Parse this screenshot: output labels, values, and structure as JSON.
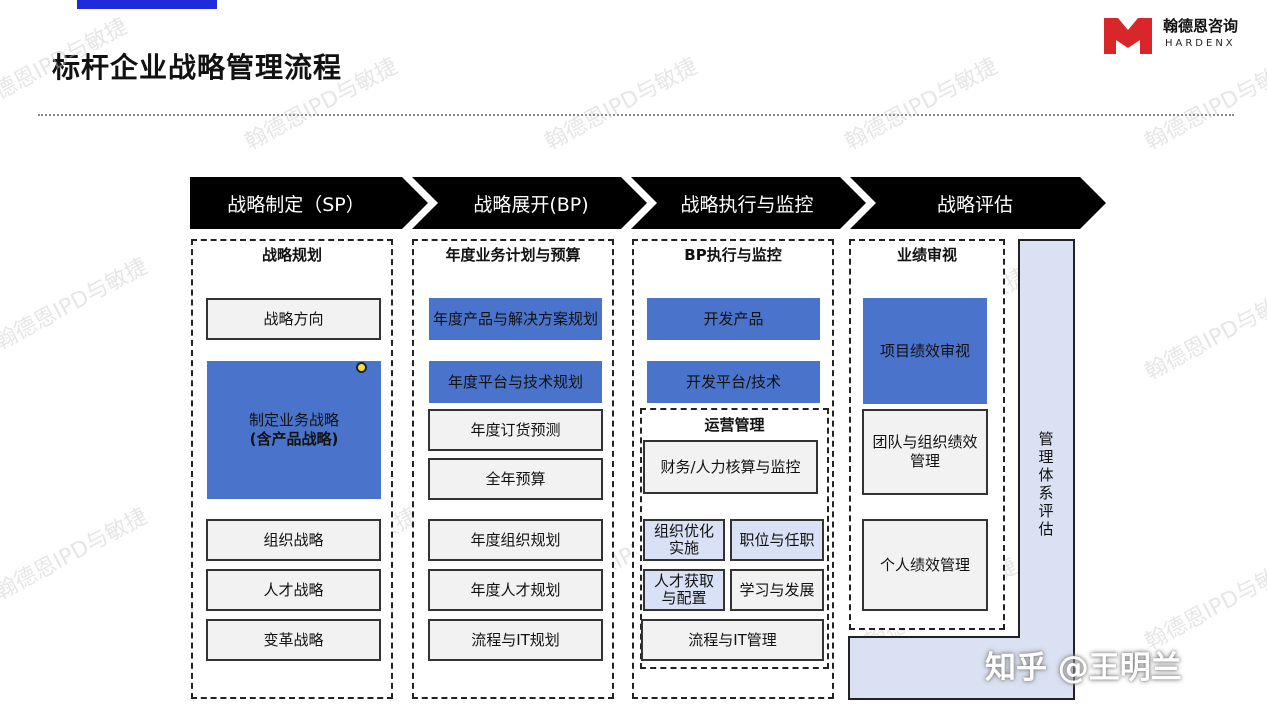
{
  "title": "标杆企业战略管理流程",
  "logo": {
    "cn": "翰德恩咨询",
    "en": "HARDENX"
  },
  "watermark": "翰德恩IPD与敏捷",
  "zhihu": "知乎 @王明兰",
  "colors": {
    "accent_blue": "#4a74cc",
    "light_blue": "#d9e1f7",
    "chevron": "#000000",
    "logo_red": "#d9262b"
  },
  "stages": [
    {
      "label": "战略制定（SP）"
    },
    {
      "label": "战略展开(BP)"
    },
    {
      "label": "战略执行与监控"
    },
    {
      "label": "战略评估"
    }
  ],
  "col1": {
    "header": "战略规划",
    "items": [
      "战略方向",
      "制定业务战略",
      "(含产品战略)",
      "组织战略",
      "人才战略",
      "变革战略"
    ]
  },
  "col2": {
    "header": "年度业务计划与预算",
    "items": [
      "年度产品与解决方案规划",
      "年度平台与技术规划",
      "年度订货预测",
      "全年预算",
      "年度组织规划",
      "年度人才规划",
      "流程与IT规划"
    ]
  },
  "col3": {
    "header": "BP执行与监控",
    "items": [
      "开发产品",
      "开发平台/技术"
    ],
    "ops": {
      "header": "运营管理",
      "items": [
        "财务/人力核算与监控",
        "组织优化实施",
        "职位与任职",
        "人才获取与配置",
        "学习与发展",
        "流程与IT管理"
      ]
    }
  },
  "col4": {
    "header": "业绩审视",
    "items": [
      "项目绩效审视",
      "团队与组织绩效管理",
      "个人绩效管理"
    ],
    "side": "管理体系评估"
  }
}
